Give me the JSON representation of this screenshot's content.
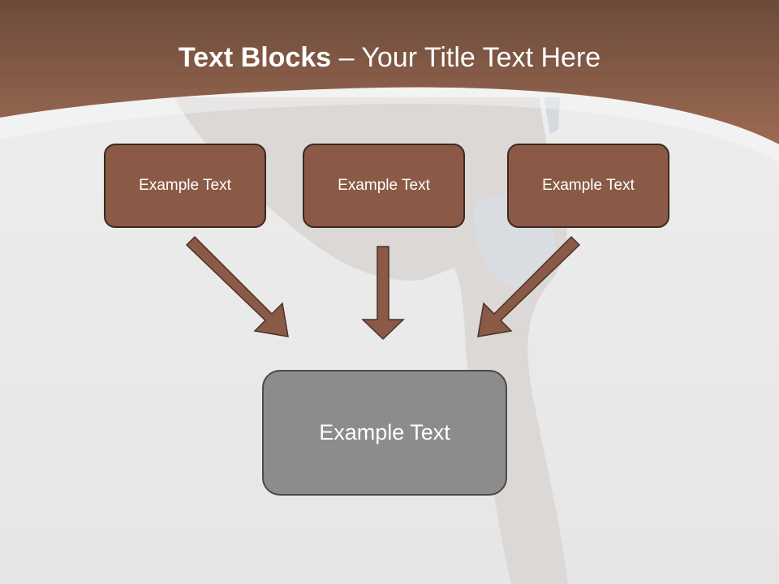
{
  "title": {
    "bold": "Text Blocks",
    "dash": " – ",
    "rest": "Your Title Text Here"
  },
  "blocks": [
    {
      "label": "Example Text"
    },
    {
      "label": "Example Text"
    },
    {
      "label": "Example Text"
    }
  ],
  "target": {
    "label": "Example Text"
  },
  "colors": {
    "header_top": "#6b4a3a",
    "header_bottom": "#9c6a52",
    "block_fill": "#8a5a46",
    "block_border": "#3b2820",
    "arrow_fill": "#8a5a46",
    "target_fill": "#8c8c8c",
    "target_border": "#4a4a4a",
    "background": "#ececec",
    "title_text": "#ffffff"
  }
}
